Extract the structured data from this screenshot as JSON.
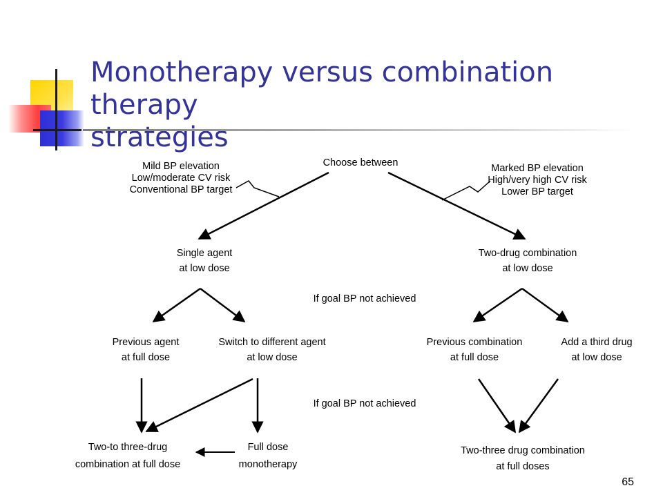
{
  "slide": {
    "title_line1": "Monotherapy versus combination therapy",
    "title_line2": "strategies",
    "number": "65"
  },
  "diagram": {
    "root": "Choose between",
    "left_criteria": [
      "Mild BP elevation",
      "Low/moderate CV risk",
      "Conventional BP target"
    ],
    "right_criteria": [
      "Marked BP elevation",
      "High/very high CV risk",
      "Lower BP target"
    ],
    "single_agent": [
      "Single agent",
      "at low dose"
    ],
    "two_drug": [
      "Two-drug combination",
      "at low dose"
    ],
    "if_goal_1": "If goal BP not achieved",
    "prev_agent": [
      "Previous agent",
      "at full dose"
    ],
    "switch_agent": [
      "Switch to different agent",
      "at low dose"
    ],
    "prev_combo": [
      "Previous combination",
      "at full dose"
    ],
    "add_third": [
      "Add a third drug",
      "at low dose"
    ],
    "if_goal_2": "If goal BP not achieved",
    "two_three_left": [
      "Two-to three-drug",
      "combination at full dose"
    ],
    "full_dose_mono": [
      "Full dose",
      "monotherapy"
    ],
    "two_three_right": [
      "Two-three drug combination",
      "at full doses"
    ]
  },
  "colors": {
    "title": "#333399",
    "accent_yellow": "#ffd400",
    "accent_red": "#ff3d3d",
    "accent_blue": "#2f2fd8"
  }
}
